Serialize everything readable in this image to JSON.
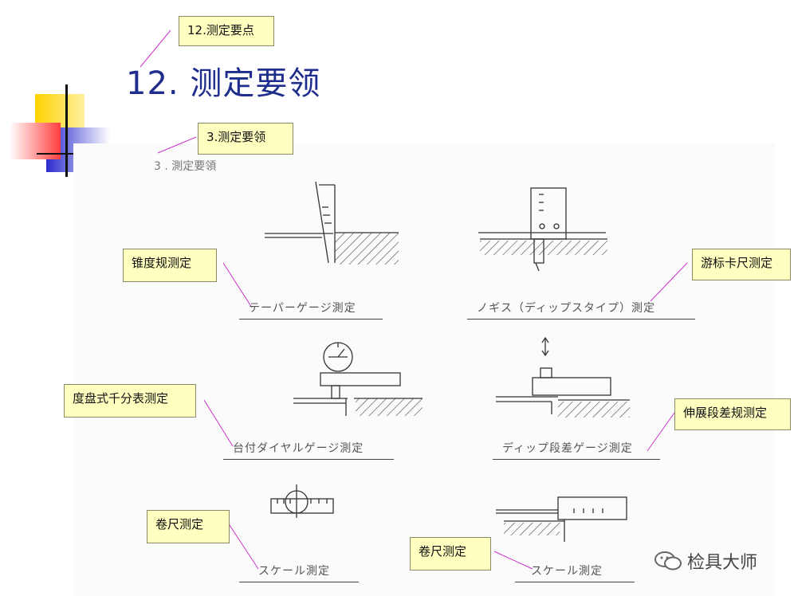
{
  "slide": {
    "top_note": "12.测定要点",
    "title": "12. 测定要领",
    "section_note": "3.测定要领",
    "scan_heading": "3 . 測定要領"
  },
  "figures": {
    "taper": {
      "caption": "テーパーゲージ測定",
      "note": "锥度规测定"
    },
    "vernier": {
      "caption": "ノギス（ディップスタイプ）測定",
      "note": "游标卡尺测定"
    },
    "dial": {
      "caption": "台付ダイヤルゲージ測定",
      "note": "度盘式千分表测定"
    },
    "step": {
      "caption": "ディップ段差ゲージ測定",
      "note": "伸展段差规测定"
    },
    "scale_left": {
      "caption": "スケール測定",
      "note": "卷尺测定"
    },
    "scale_right": {
      "caption": "スケール測定",
      "note": "卷尺测定"
    }
  },
  "watermark": {
    "text": "检具大师",
    "icon": "wechat-icon"
  },
  "colors": {
    "title": "#1f2d8c",
    "callout_bg": "#ffffc0",
    "leader": "#cc33cc"
  }
}
